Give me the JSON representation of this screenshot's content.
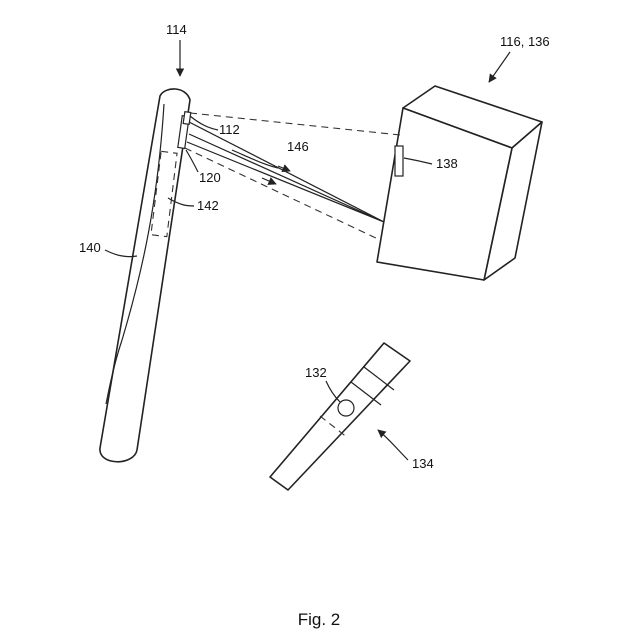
{
  "labels": {
    "ref_114": "114",
    "ref_116_136": "116, 136",
    "ref_112": "112",
    "ref_146": "146",
    "ref_138": "138",
    "ref_120": "120",
    "ref_142": "142",
    "ref_140": "140",
    "ref_132": "132",
    "ref_134": "134"
  },
  "caption": "Fig. 2"
}
